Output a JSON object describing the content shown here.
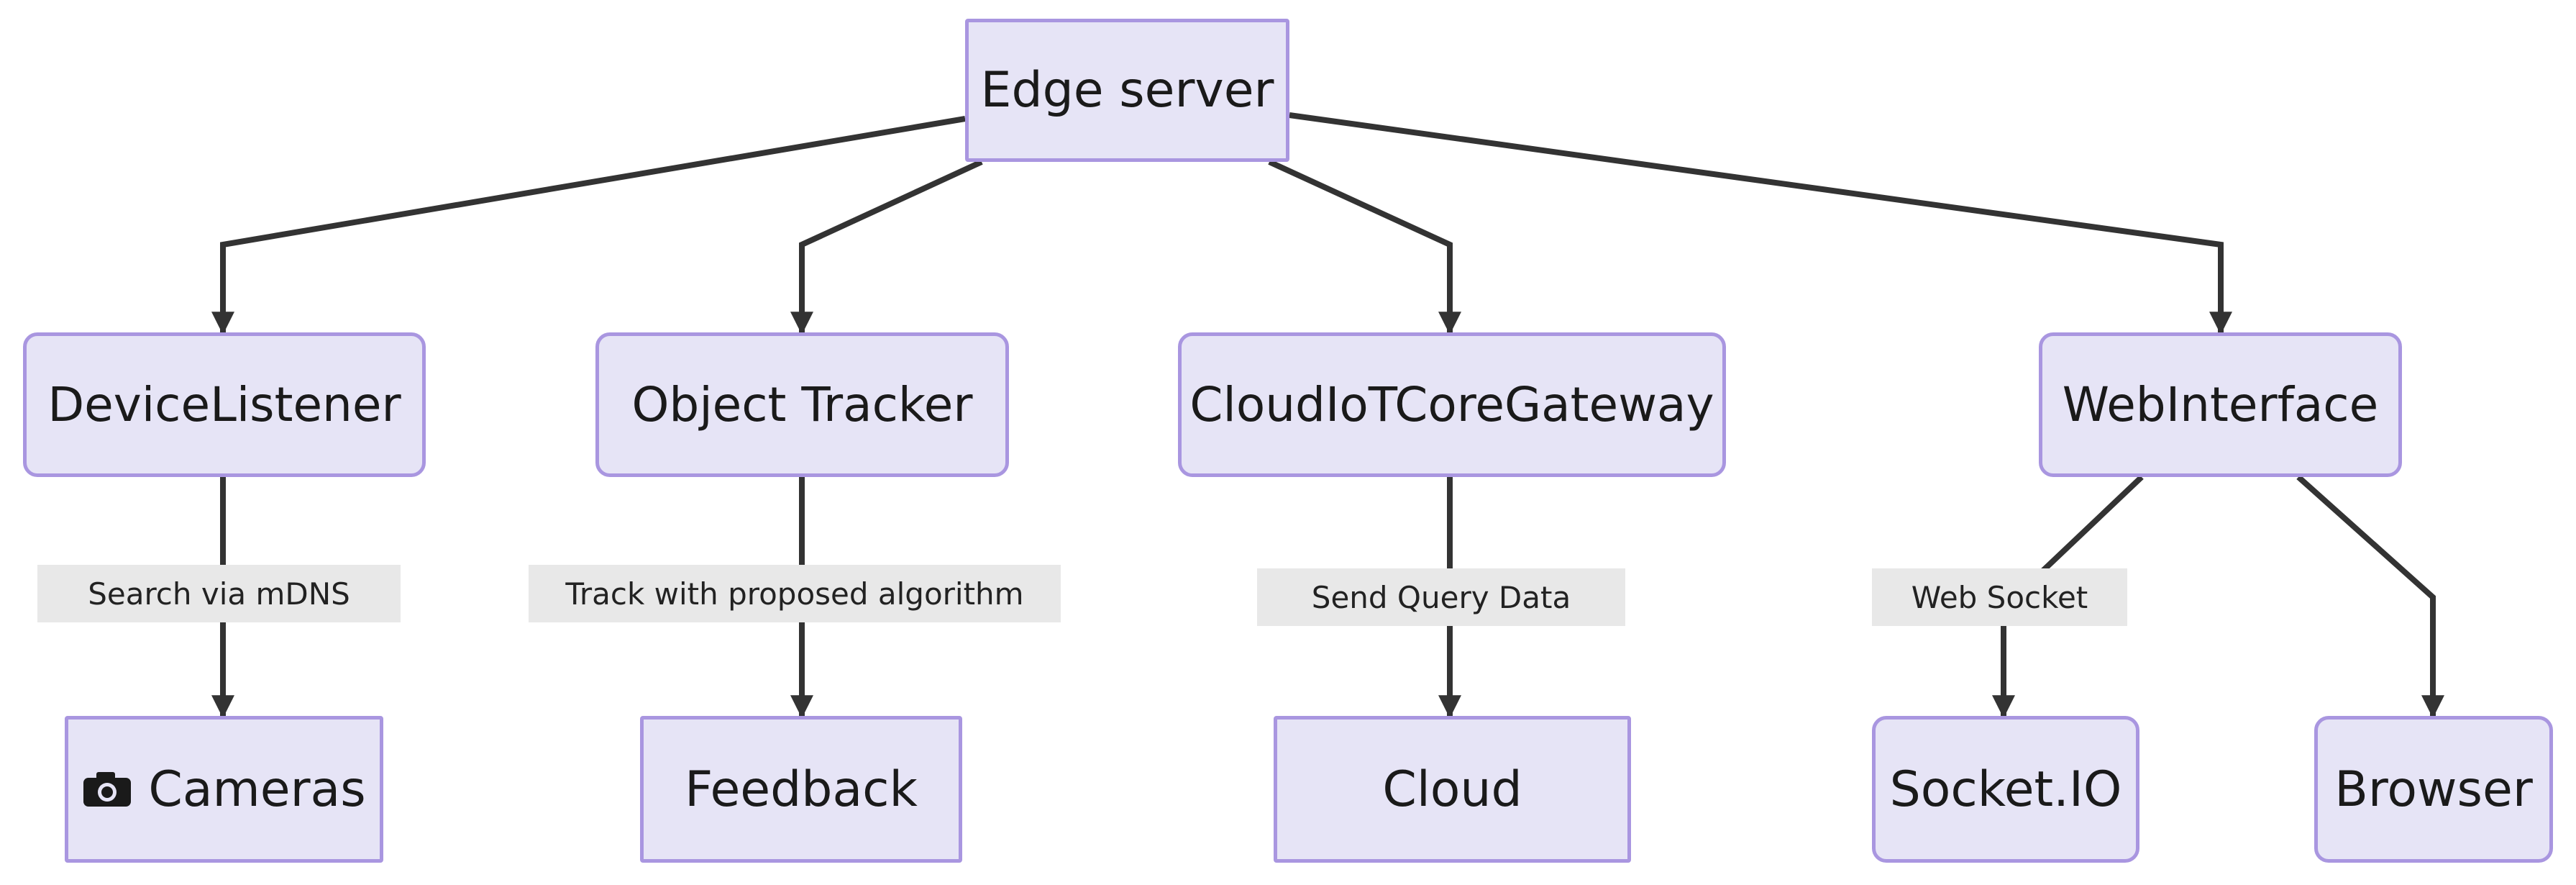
{
  "diagram": {
    "nodes": {
      "edge_server": "Edge server",
      "device_listener": "DeviceListener",
      "object_tracker": "Object Tracker",
      "cloud_gateway": "CloudIoTCoreGateway",
      "web_interface": "WebInterface",
      "cameras": "Cameras",
      "feedback": "Feedback",
      "cloud": "Cloud",
      "socket_io": "Socket.IO",
      "browser": "Browser"
    },
    "edge_labels": {
      "search_mdns": "Search via mDNS",
      "track_algorithm": "Track with proposed algorithm",
      "send_query": "Send Query Data",
      "web_socket": "Web Socket"
    },
    "icons": {
      "cameras": "camera-icon"
    },
    "colors": {
      "node_fill": "#e6e4f6",
      "node_border": "#a996e0",
      "edge": "#333333",
      "label_bg": "#e8e8e8"
    }
  }
}
